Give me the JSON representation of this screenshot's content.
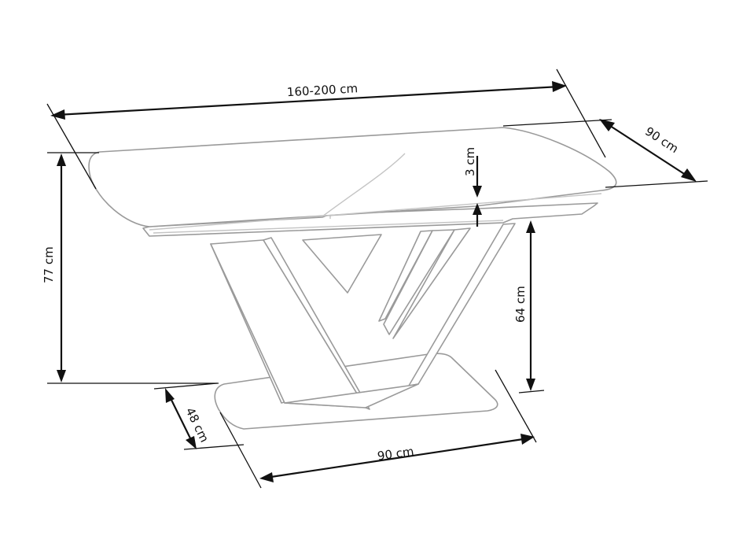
{
  "diagram": {
    "subject": "Extendable dining table with V-shaped pedestal",
    "dimensions": {
      "length": {
        "label": "160-200 cm"
      },
      "depth_top": {
        "label": "90 cm"
      },
      "top_thickness": {
        "label": "3 cm"
      },
      "total_height": {
        "label": "77 cm"
      },
      "underframe_height": {
        "label": "64 cm"
      },
      "base_depth": {
        "label": "48 cm"
      },
      "base_length": {
        "label": "90 cm"
      }
    },
    "colors": {
      "outline": "#9a9a9a",
      "dimension_lines": "#111111",
      "background": "#ffffff"
    }
  }
}
